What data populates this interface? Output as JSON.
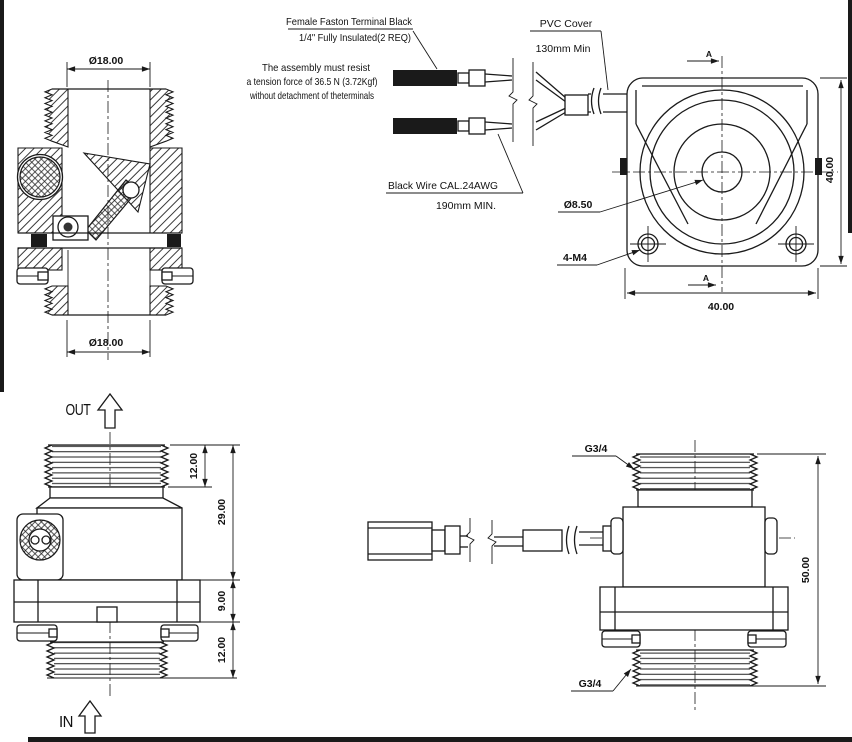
{
  "colors": {
    "ink": "#1a1a1a",
    "paper": "#ffffff"
  },
  "notes": {
    "faston": {
      "line1": "Female Faston Terminal Black",
      "line2": "1/4\" Fully Insulated(2 REQ)"
    },
    "tension": {
      "line1": "The assembly must resist",
      "line2": "a tension force of 36.5 N (3.72Kgf)",
      "line3": "without detachment of theterminals"
    },
    "black_wire": {
      "line1": "Black Wire CAL.24AWG",
      "line2": "190mm MIN."
    },
    "pvc": {
      "line1": "PVC Cover",
      "line2": "130mm Min"
    }
  },
  "dims": {
    "bore_top": "Ø18.00",
    "bore_bottom": "Ø18.00",
    "face_height": "40.00",
    "face_width": "40.00",
    "center_hole": "Ø8.50",
    "mount_holes": "4-M4",
    "out_thread": "12.00",
    "upper_body": "29.00",
    "hex": "9.00",
    "in_thread": "12.00",
    "overall": "50.00",
    "g_top": "G3/4",
    "g_bottom": "G3/4"
  },
  "flow": {
    "out": "OUT",
    "in": "IN"
  },
  "section": {
    "a_top": "A",
    "a_bottom": "A"
  }
}
